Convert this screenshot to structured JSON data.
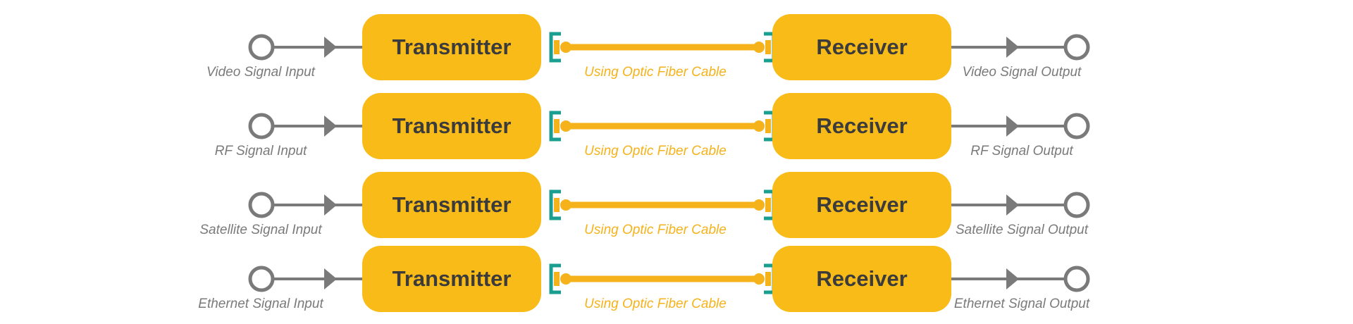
{
  "colors": {
    "box_fill": "#f8bb18",
    "box_text": "#3b3b3b",
    "line_gray": "#7a7a7a",
    "cable_orange": "#f6b21a",
    "connector_teal": "#1a9e8f"
  },
  "rows": [
    {
      "input_label": "Video Signal Input",
      "transmitter": "Transmitter",
      "cable_label": "Using Optic Fiber Cable",
      "receiver": "Receiver",
      "output_label": "Video Signal Output"
    },
    {
      "input_label": "RF Signal Input",
      "transmitter": "Transmitter",
      "cable_label": "Using Optic Fiber Cable",
      "receiver": "Receiver",
      "output_label": "RF Signal Output"
    },
    {
      "input_label": "Satellite Signal Input",
      "transmitter": "Transmitter",
      "cable_label": "Using Optic Fiber Cable",
      "receiver": "Receiver",
      "output_label": "Satellite Signal Output"
    },
    {
      "input_label": "Ethernet Signal Input",
      "transmitter": "Transmitter",
      "cable_label": "Using Optic Fiber Cable",
      "receiver": "Receiver",
      "output_label": "Ethernet  Signal Output"
    }
  ]
}
